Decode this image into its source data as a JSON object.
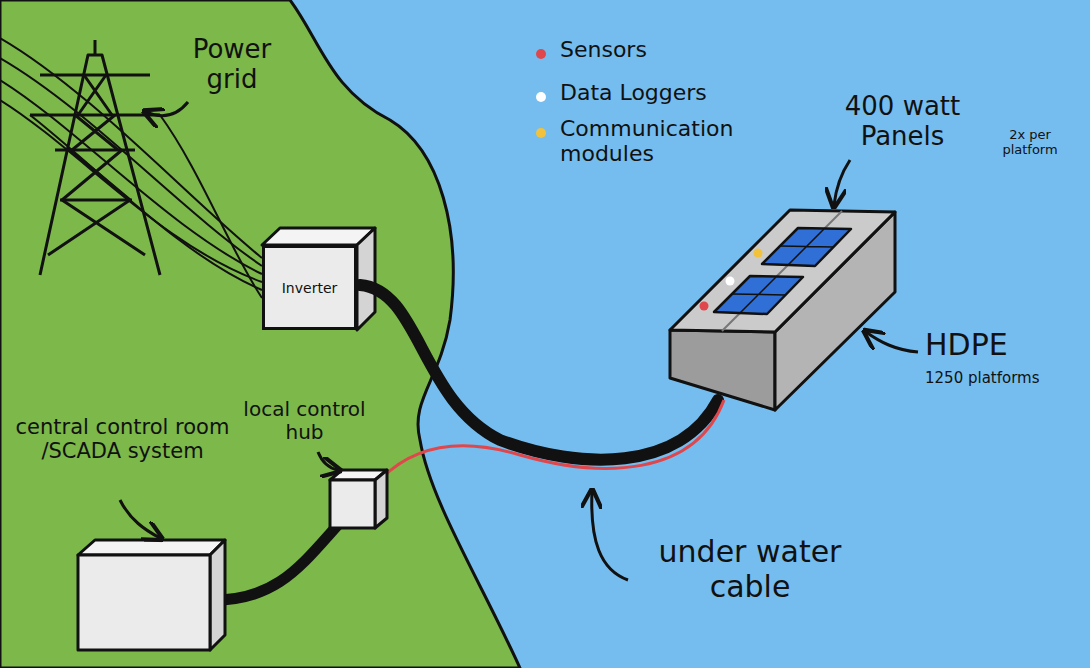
{
  "diagram": {
    "nodes": [
      {
        "text": [
          "Inverter"
        ]
      }
    ],
    "labels": [
      "Power grid",
      "local control hub",
      "central control room /SCADA system",
      "400 watt Panels",
      "2x per platform",
      "HDPE",
      "1250 platforms",
      "under water cable"
    ],
    "legend": [
      {
        "text": "Sensors",
        "color": "#e0474c"
      },
      {
        "text": "Data Loggers",
        "color": "#ffffff"
      },
      {
        "text": "Communication modules",
        "color": "#f2c23c"
      }
    ]
  }
}
